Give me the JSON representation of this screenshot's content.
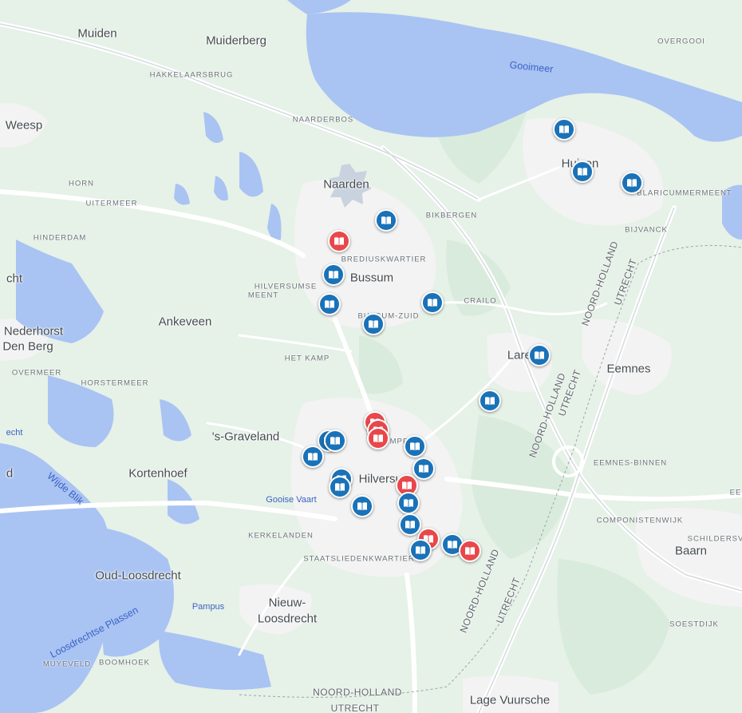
{
  "map": {
    "places": [
      {
        "key": "muiden",
        "text": "Muiden",
        "cls": "town"
      },
      {
        "key": "muiderberg",
        "text": "Muiderberg",
        "cls": "town"
      },
      {
        "key": "hakkelaarsbrug",
        "text": "HAKKELAARSBRUG",
        "cls": "small"
      },
      {
        "key": "overgooi",
        "text": "OVERGOOI",
        "cls": "small"
      },
      {
        "key": "gooimeer",
        "text": "Gooimeer",
        "cls": "water big"
      },
      {
        "key": "weesp",
        "text": "Weesp",
        "cls": "town"
      },
      {
        "key": "naarderbos",
        "text": "NAARDERBOS",
        "cls": "small"
      },
      {
        "key": "huizen",
        "text": "Huizen",
        "cls": "town"
      },
      {
        "key": "blaricummermeent",
        "text": "BLARICUMMERMEENT",
        "cls": "small"
      },
      {
        "key": "horn",
        "text": "HORN",
        "cls": "small"
      },
      {
        "key": "naarden",
        "text": "Naarden",
        "cls": "town"
      },
      {
        "key": "uitermeer",
        "text": "UITERMEER",
        "cls": "small"
      },
      {
        "key": "bikbergen",
        "text": "BIKBERGEN",
        "cls": "small"
      },
      {
        "key": "hinderdam",
        "text": "HINDERDAM",
        "cls": "small"
      },
      {
        "key": "bijvanck",
        "text": "BIJVANCK",
        "cls": "small"
      },
      {
        "key": "brediuskwartier",
        "text": "BREDIUSKWARTIER",
        "cls": "small"
      },
      {
        "key": "cht",
        "text": "cht",
        "cls": "town"
      },
      {
        "key": "hilversumse",
        "text": "HILVERSUMSE",
        "cls": "small"
      },
      {
        "key": "meent",
        "text": "MEENT",
        "cls": "small"
      },
      {
        "key": "bussum",
        "text": "Bussum",
        "cls": "town"
      },
      {
        "key": "crailo",
        "text": "CRAILO",
        "cls": "small"
      },
      {
        "key": "bussumzuid",
        "text": "BUSSUM-ZUID",
        "cls": "small"
      },
      {
        "key": "nederhorst",
        "text": "Nederhorst",
        "cls": "town"
      },
      {
        "key": "denberg",
        "text": "Den Berg",
        "cls": "town"
      },
      {
        "key": "ankeveen",
        "text": "Ankeveen",
        "cls": "town"
      },
      {
        "key": "hetkamp",
        "text": "HET KAMP",
        "cls": "small"
      },
      {
        "key": "laren",
        "text": "Laren",
        "cls": "town"
      },
      {
        "key": "eemnes",
        "text": "Eemnes",
        "cls": "town"
      },
      {
        "key": "overmeer",
        "text": "OVERMEER",
        "cls": "small"
      },
      {
        "key": "horstermeer",
        "text": "HORSTERMEER",
        "cls": "small"
      },
      {
        "key": "echt",
        "text": "echt",
        "cls": "water"
      },
      {
        "key": "sgraveland",
        "text": "'s-Graveland",
        "cls": "town"
      },
      {
        "key": "kampen",
        "text": "KAMPEN",
        "cls": "small"
      },
      {
        "key": "eemnesbinnen",
        "text": "EEMNES-BINNEN",
        "cls": "small"
      },
      {
        "key": "d",
        "text": "d",
        "cls": "town"
      },
      {
        "key": "kortenhoef",
        "text": "Kortenhoef",
        "cls": "town"
      },
      {
        "key": "hilversum",
        "text": "Hilversum",
        "cls": "town"
      },
      {
        "key": "wijdeblik",
        "text": "Wijde Blik",
        "cls": "water big"
      },
      {
        "key": "gooisevaart",
        "text": "Gooise Vaart",
        "cls": "water"
      },
      {
        "key": "componistenwijk",
        "text": "COMPONISTENWIJK",
        "cls": "small"
      },
      {
        "key": "schildersv",
        "text": "SCHILDERSV",
        "cls": "small"
      },
      {
        "key": "kerkelanden",
        "text": "KERKELANDEN",
        "cls": "small"
      },
      {
        "key": "baarn",
        "text": "Baarn",
        "cls": "town"
      },
      {
        "key": "staatsliedenkwartier",
        "text": "STAATSLIEDENKWARTIER",
        "cls": "small"
      },
      {
        "key": "oudloosdrecht",
        "text": "Oud-Loosdrecht",
        "cls": "town"
      },
      {
        "key": "nieuw",
        "text": "Nieuw-",
        "cls": "town"
      },
      {
        "key": "loosdrecht",
        "text": "Loosdrecht",
        "cls": "town"
      },
      {
        "key": "pampus",
        "text": "Pampus",
        "cls": "water"
      },
      {
        "key": "loosdrechtseplassen",
        "text": "Loosdrechtse Plassen",
        "cls": "water big"
      },
      {
        "key": "soestdijk",
        "text": "SOESTDIJK",
        "cls": "small"
      },
      {
        "key": "muyeveld",
        "text": "MUYEVELD",
        "cls": "small"
      },
      {
        "key": "boomhoek",
        "text": "BOOMHOEK",
        "cls": "small"
      },
      {
        "key": "noordholland1",
        "text": "NOORD-HOLLAND",
        "cls": "prov"
      },
      {
        "key": "utrecht1",
        "text": "UTRECHT",
        "cls": "prov"
      },
      {
        "key": "noordholland2",
        "text": "NOORD-HOLLAND",
        "cls": "prov"
      },
      {
        "key": "utrecht2",
        "text": "UTRECHT",
        "cls": "prov"
      },
      {
        "key": "noordholland3",
        "text": "NOORD-HOLLAND",
        "cls": "prov"
      },
      {
        "key": "utrecht3",
        "text": "UTRECHT",
        "cls": "prov"
      },
      {
        "key": "noordholland4",
        "text": "NOORD-HOLLAND",
        "cls": "prov"
      },
      {
        "key": "utrecht4",
        "text": "UTRECHT",
        "cls": "prov"
      },
      {
        "key": "lagevuursche",
        "text": "Lage Vuursche",
        "cls": "town"
      },
      {
        "key": "ee",
        "text": "EE",
        "cls": "small"
      }
    ],
    "markers": [
      {
        "color": "blue",
        "icon": "book-icon"
      },
      {
        "color": "blue",
        "icon": "book-icon"
      },
      {
        "color": "blue",
        "icon": "book-icon"
      },
      {
        "color": "blue",
        "icon": "book-icon"
      },
      {
        "color": "red",
        "icon": "book-icon"
      },
      {
        "color": "blue",
        "icon": "book-icon"
      },
      {
        "color": "blue",
        "icon": "book-icon"
      },
      {
        "color": "blue",
        "icon": "book-icon"
      },
      {
        "color": "blue",
        "icon": "book-icon"
      },
      {
        "color": "blue",
        "icon": "book-icon"
      },
      {
        "color": "blue",
        "icon": "book-icon"
      },
      {
        "color": "red",
        "icon": "book-icon"
      },
      {
        "color": "red",
        "icon": "book-icon"
      },
      {
        "color": "red",
        "icon": "book-icon"
      },
      {
        "color": "blue",
        "icon": "book-icon"
      },
      {
        "color": "blue",
        "icon": "book-icon"
      },
      {
        "color": "blue",
        "icon": "book-icon"
      },
      {
        "color": "blue",
        "icon": "book-icon"
      },
      {
        "color": "blue",
        "icon": "book-icon"
      },
      {
        "color": "blue",
        "icon": "book-icon"
      },
      {
        "color": "red",
        "icon": "book-icon"
      },
      {
        "color": "blue",
        "icon": "book-icon"
      },
      {
        "color": "blue",
        "icon": "book-icon"
      },
      {
        "color": "blue",
        "icon": "book-icon"
      },
      {
        "color": "red",
        "icon": "book-icon"
      },
      {
        "color": "blue",
        "icon": "book-icon"
      },
      {
        "color": "blue",
        "icon": "book-icon"
      },
      {
        "color": "blue",
        "icon": "book-icon"
      },
      {
        "color": "red",
        "icon": "book-icon"
      }
    ],
    "colors": {
      "water": "#a9c3f3",
      "land": "#eaf3ea",
      "urban": "#f1f2f1",
      "marker_blue": "#1a72b8",
      "marker_red": "#e9474a"
    }
  }
}
